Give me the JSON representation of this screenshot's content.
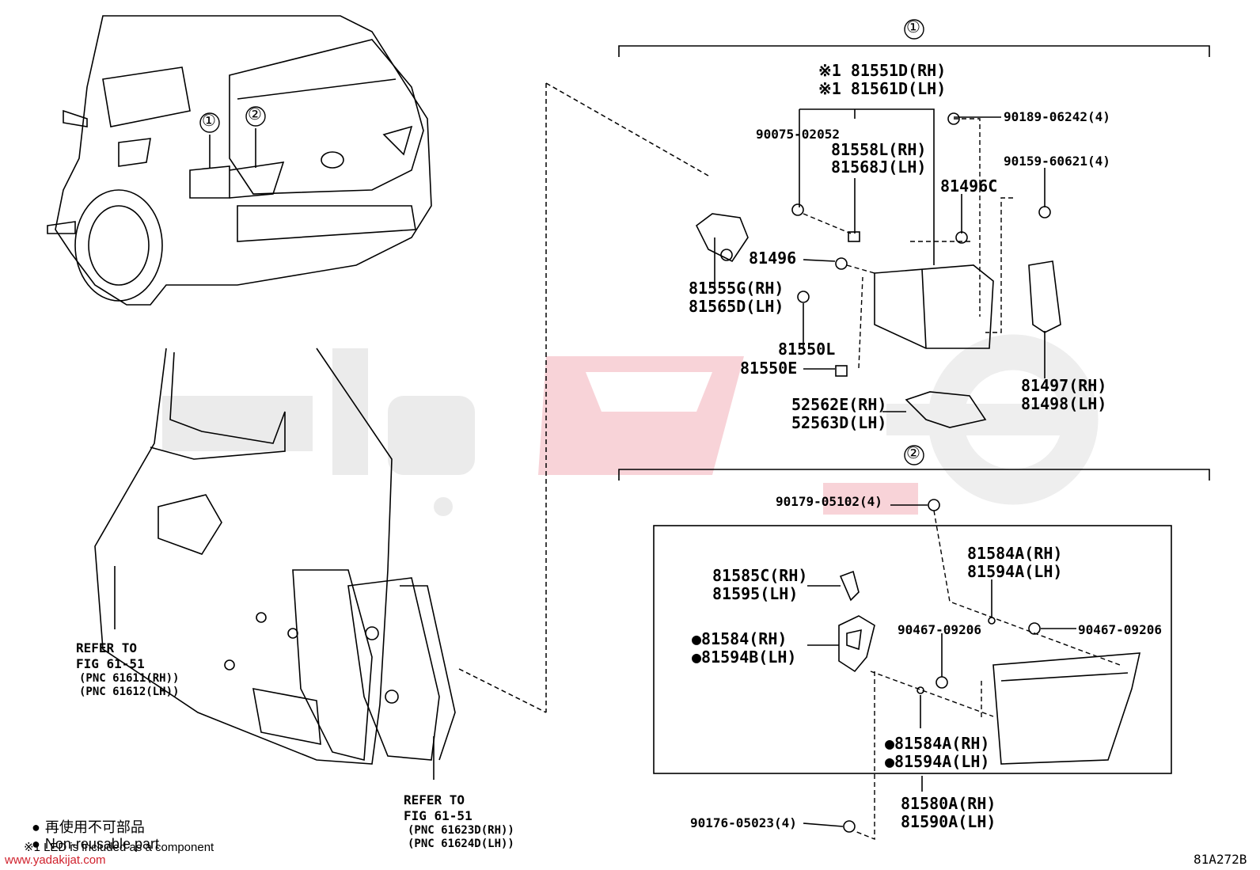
{
  "section_markers": [
    "①",
    "②"
  ],
  "car_markers": [
    "①",
    "②"
  ],
  "section1": {
    "led_assy_rh": "※1 81551D(RH)",
    "led_assy_lh": "※1 81561D(LH)",
    "screw_90075": "90075-02052",
    "lens_rh": "81558L(RH)",
    "lens_lh": "81568J(LH)",
    "grommet_81496c": "81496C",
    "screw_90189": "90189-06242(4)",
    "screw_90159": "90159-60621(4)",
    "grommet_81496": "81496",
    "socket_rh": "81555G(RH)",
    "socket_lh": "81565D(LH)",
    "part_81550l": "81550L",
    "part_81550e": "81550E",
    "bracket_rh": "52562E(RH)",
    "bracket_lh": "52563D(LH)",
    "gasket_rh": "81497(RH)",
    "gasket_lh": "81498(LH)"
  },
  "section2": {
    "screw_90179": "90179-05102(4)",
    "lens_rh": "81584A(RH)",
    "lens_lh": "81594A(LH)",
    "wire_rh": "81585C(RH)",
    "wire_lh": "81595(LH)",
    "gasket_rh": "●81584(RH)",
    "gasket_lh": "●81594B(LH)",
    "clip_left": "90467-09206",
    "clip_right": "90467-09206",
    "seal_rh": "●81584A(RH)",
    "seal_lh": "●81594A(LH)",
    "lamp_rh": "81580A(RH)",
    "lamp_lh": "81590A(LH)",
    "screw_90176": "90176-05023(4)"
  },
  "refer_left": {
    "line1": "REFER TO",
    "line2": "FIG 61-51",
    "line3": "(PNC 61611(RH))",
    "line4": "(PNC 61612(LH))"
  },
  "refer_right": {
    "line1": "REFER TO",
    "line2": "FIG 61-51",
    "line3": "(PNC 61623D(RH))",
    "line4": "(PNC 61624D(LH))"
  },
  "legend": {
    "jp": "再使用不可部品",
    "en": "Non-reusable part",
    "led_note": "※1 LED is included as a component"
  },
  "watermark_url": "www.yadakijat.com",
  "diagram_code": "81A272B",
  "colors": {
    "ink": "#000000",
    "watermark_grey": "#e6e6e6",
    "watermark_red": "#f6c9cf",
    "url_red": "#d0212c"
  }
}
